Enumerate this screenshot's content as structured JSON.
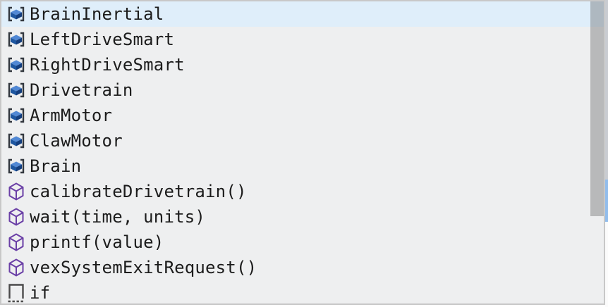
{
  "widget": {
    "name": "code-autocomplete-suggest-list",
    "selected_index": 0,
    "items": [
      {
        "label": "BrainInertial",
        "kind": "field",
        "selected": true
      },
      {
        "label": "LeftDriveSmart",
        "kind": "field",
        "selected": false
      },
      {
        "label": "RightDriveSmart",
        "kind": "field",
        "selected": false
      },
      {
        "label": "Drivetrain",
        "kind": "field",
        "selected": false
      },
      {
        "label": "ArmMotor",
        "kind": "field",
        "selected": false
      },
      {
        "label": "ClawMotor",
        "kind": "field",
        "selected": false
      },
      {
        "label": "Brain",
        "kind": "field",
        "selected": false
      },
      {
        "label": "calibrateDrivetrain()",
        "kind": "method",
        "selected": false
      },
      {
        "label": "wait(time, units)",
        "kind": "method",
        "selected": false
      },
      {
        "label": "printf(value)",
        "kind": "method",
        "selected": false
      },
      {
        "label": "vexSystemExitRequest()",
        "kind": "method",
        "selected": false
      },
      {
        "label": "if",
        "kind": "snippet",
        "selected": false
      }
    ],
    "icons": {
      "field": "field-icon",
      "method": "method-cube-icon",
      "snippet": "snippet-icon"
    },
    "colors": {
      "background": "#eeeff0",
      "selected_row": "#dfeefa",
      "border": "#c8c8c8",
      "text": "#1c1c1c",
      "field_icon_bracket": "#33383f",
      "field_icon_blue_light": "#5188d4",
      "field_icon_blue_dark": "#1d56a0",
      "method_icon_purple": "#6a3fa6",
      "snippet_icon_gray": "#4a4a4a",
      "scrollbar_thumb": "#b8b8b8",
      "editor_edge_blue": "#92bdec"
    }
  }
}
